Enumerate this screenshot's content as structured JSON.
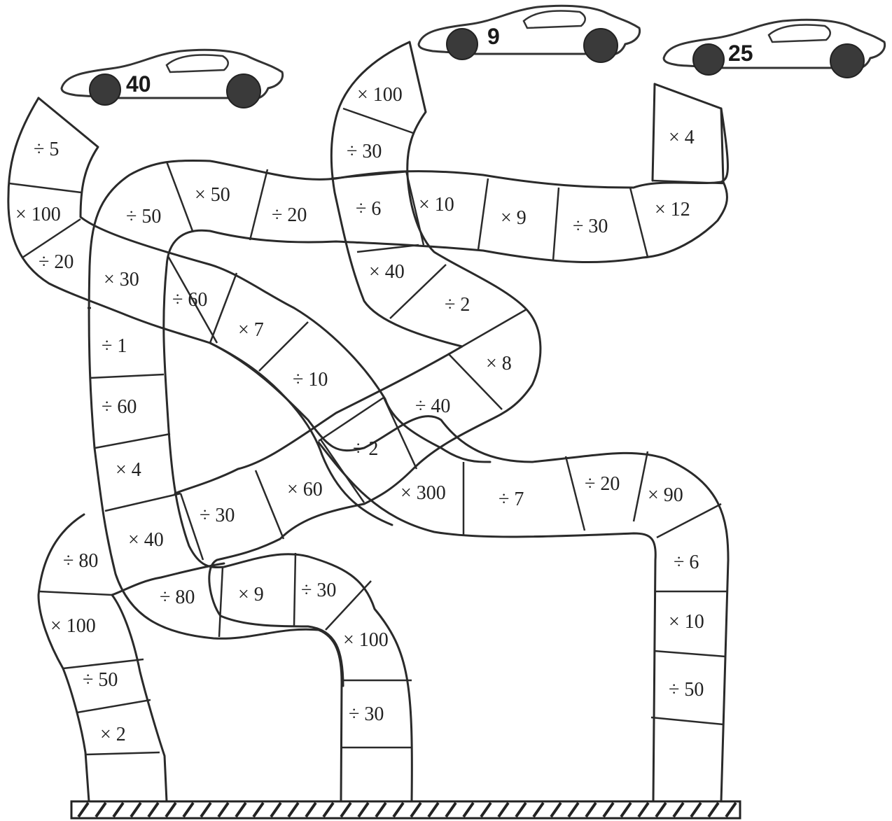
{
  "cars": [
    {
      "number": "40"
    },
    {
      "number": "9"
    },
    {
      "number": "25"
    }
  ],
  "track_a_cells": [
    "÷ 5",
    "× 100",
    "÷ 20",
    "× 30",
    "÷ 1",
    "÷ 60",
    "× 4",
    "× 40",
    "÷ 80",
    "× 100",
    "÷ 50",
    "× 2"
  ],
  "track_b_cells": [
    "× 100",
    "÷ 30",
    "÷ 6",
    "× 40",
    "÷ 2",
    "× 8",
    "÷ 40",
    "÷ 2",
    "× 60",
    "÷ 30",
    "÷ 80",
    "× 9",
    "÷ 30",
    "× 100",
    "÷ 30"
  ],
  "track_c_cells": [
    "× 4",
    "× 12",
    "÷ 30",
    "× 9",
    "× 10",
    "÷ 20",
    "× 50",
    "÷ 50",
    "÷ 60",
    "× 7",
    "÷ 10",
    "× 300",
    "÷ 7",
    "÷ 20",
    "× 90",
    "÷ 6",
    "× 10",
    "÷ 50"
  ]
}
